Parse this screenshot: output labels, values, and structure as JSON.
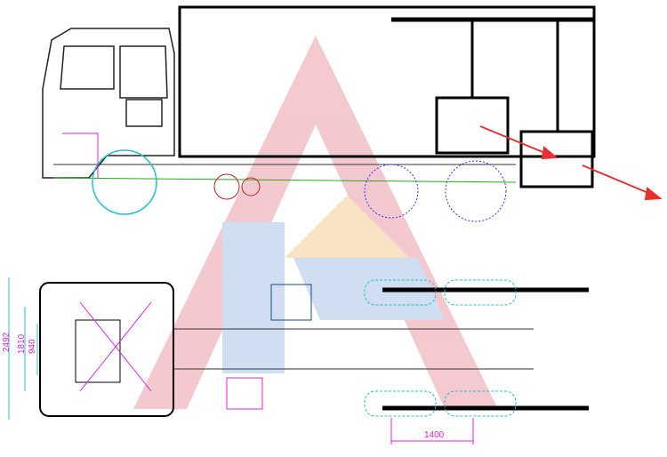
{
  "dimensions": {
    "overall_width": "2492",
    "frame_width": "1810",
    "track_inner": "940",
    "axle_spacing": "1400"
  },
  "colors": {
    "watermark_red": "#e8a0a8",
    "watermark_blue": "#a8c4e4",
    "watermark_yellow": "#f4d8a8",
    "dimension": "#e020e0",
    "wheel": "#20c0d0",
    "arrow": "#e83030"
  }
}
